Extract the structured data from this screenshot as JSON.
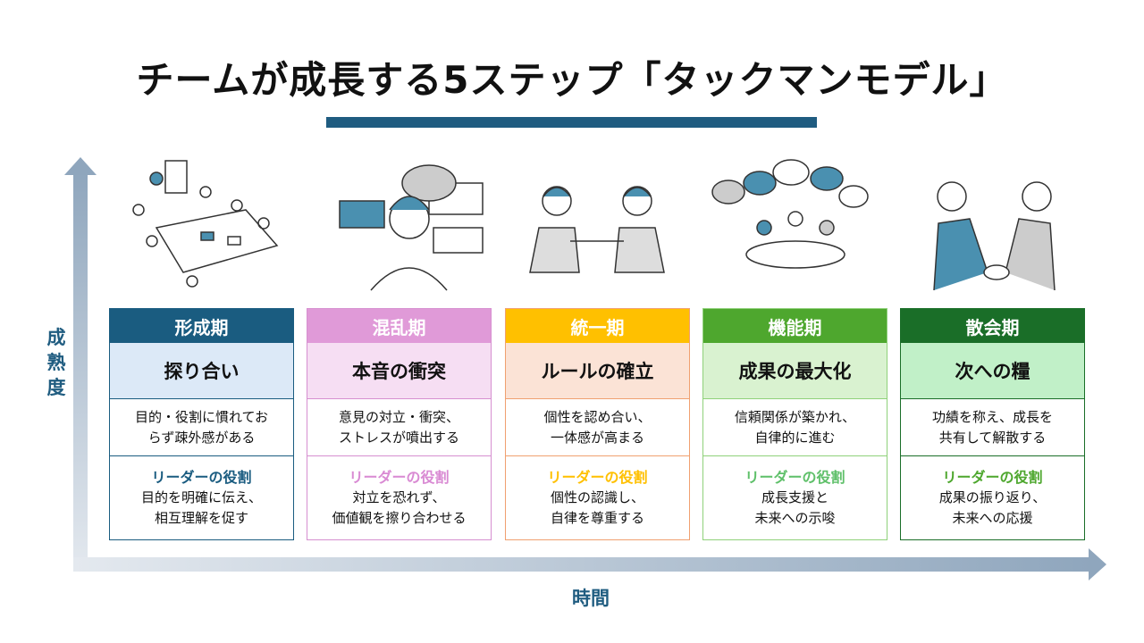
{
  "title": "チームが成長する5ステップ「タックマンモデル」",
  "axis": {
    "y": "成熟度",
    "x": "時間"
  },
  "leader_label": "リーダーの役割",
  "stages": [
    {
      "name": "形成期",
      "subtitle": "探り合い",
      "desc1": "目的・役割に慣れてお",
      "desc2": "らず疎外感がある",
      "role1": "目的を明確に伝え、",
      "role2": "相互理解を促す",
      "color": "#1a5c80",
      "light": "#dce9f7",
      "border": "#1a5c80",
      "leader_color": "#1a5c80"
    },
    {
      "name": "混乱期",
      "subtitle": "本音の衝突",
      "desc1": "意見の対立・衝突、",
      "desc2": "ストレスが噴出する",
      "role1": "対立を恐れず、",
      "role2": "価値観を擦り合わせる",
      "color": "#e09ad8",
      "light": "#f6def3",
      "border": "#d68fd0",
      "leader_color": "#d98ad3"
    },
    {
      "name": "統一期",
      "subtitle": "ルールの確立",
      "desc1": "個性を認め合い、",
      "desc2": "一体感が高まる",
      "role1": "個性の認識し、",
      "role2": "自律を尊重する",
      "color": "#ffc000",
      "light": "#fbe3d6",
      "border": "#f0a070",
      "leader_color": "#ffc000"
    },
    {
      "name": "機能期",
      "subtitle": "成果の最大化",
      "desc1": "信頼関係が築かれ、",
      "desc2": "自律的に進む",
      "role1": "成長支援と",
      "role2": "未来への示唆",
      "color": "#4ea72e",
      "light": "#d9f2d0",
      "border": "#8fd17a",
      "leader_color": "#5fc06a"
    },
    {
      "name": "散会期",
      "subtitle": "次への糧",
      "desc1": "功績を称え、成長を",
      "desc2": "共有して解散する",
      "role1": "成果の振り返り、",
      "role2": "未来への応援",
      "color": "#1a6e28",
      "light": "#c1f0c8",
      "border": "#1a6e28",
      "leader_color": "#4ea72e"
    }
  ]
}
